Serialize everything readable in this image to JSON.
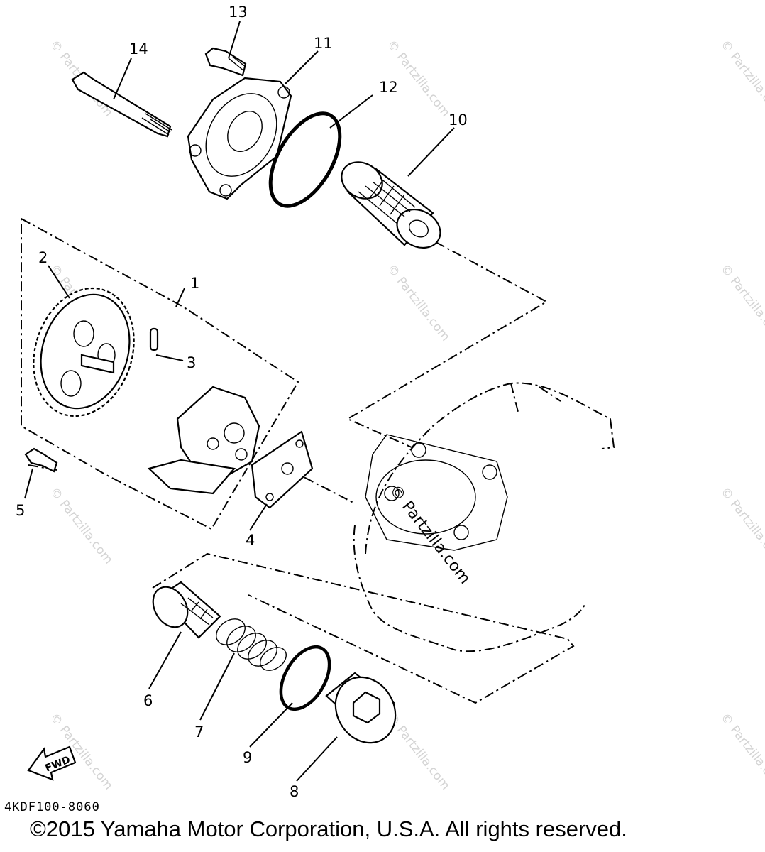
{
  "callouts": [
    "1",
    "2",
    "3",
    "4",
    "5",
    "6",
    "7",
    "8",
    "9",
    "10",
    "11",
    "12",
    "13",
    "14"
  ],
  "fwd_label": "FWD",
  "diagram_code": "4KDF100-8060",
  "copyright": "©2015 Yamaha Motor Corporation, U.S.A. All rights reserved.",
  "watermark": "© Partzilla.com"
}
